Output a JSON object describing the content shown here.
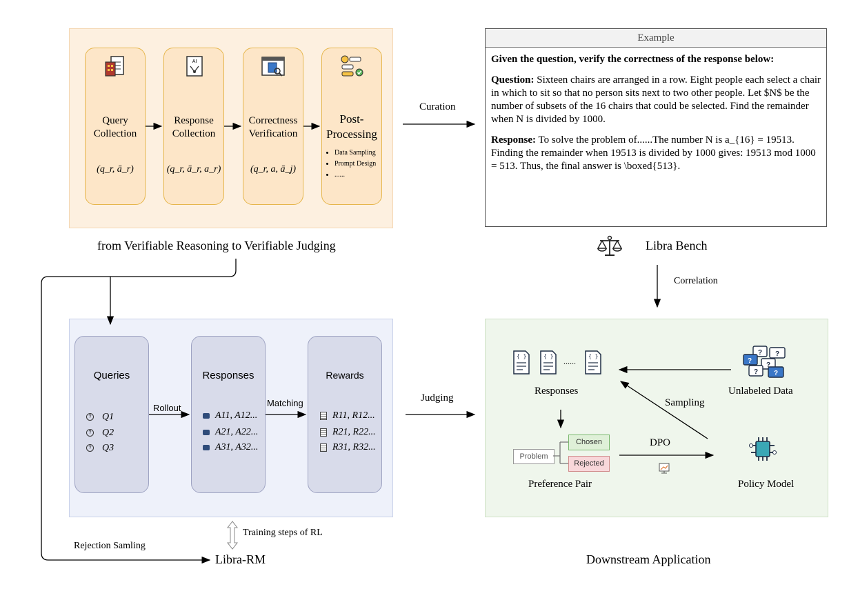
{
  "pipeline": {
    "cards": [
      {
        "title": "Query\nCollection",
        "math": "(q_r, ā_r)"
      },
      {
        "title": "Response\nCollection",
        "math": "(q_r, ā_r, a_r)"
      },
      {
        "title": "Correctness\nVerification",
        "math": "(q_r, a, ā_j)"
      },
      {
        "title": "Post-\nProcessing"
      }
    ],
    "post_bullets": [
      "Data Sampling",
      "Prompt Design",
      "......"
    ],
    "caption": "from Verifiable Reasoning to Verifiable Judging",
    "curation_label": "Curation"
  },
  "example": {
    "header": "Example",
    "instruction": "Given the question, verify the correctness of the response below:",
    "question_label": "Question:",
    "question_text": " Sixteen chairs are arranged in a row. Eight people each select a chair in which to sit so that no person sits next to two other people. Let $N$ be the number of subsets of the 16 chairs that could be selected. Find the remainder when N is divided by 1000.",
    "response_label": "Response:",
    "response_text": " To solve the problem of......The number N is a_{16} = 19513. Finding the remainder when 19513 is divided by 1000 gives: 19513 mod 1000 = 513. Thus, the final answer is \\boxed{513}."
  },
  "libra_bench": {
    "label": "Libra Bench",
    "correlation_label": "Correlation"
  },
  "rl": {
    "queries_title": "Queries",
    "queries": [
      "Q1",
      "Q2",
      "Q3"
    ],
    "responses_title": "Responses",
    "responses": [
      "A11, A12...",
      "A21, A22...",
      "A31, A32..."
    ],
    "rewards_title": "Rewards",
    "rewards": [
      "R11, R12...",
      "R21, R22...",
      "R31, R32..."
    ],
    "rollout_label": "Rollout",
    "matching_label": "Matching",
    "judging_label": "Judging",
    "training_steps_label": "Training steps of RL",
    "rejection_label": "Rejection Samling",
    "libra_rm_label": "Libra-RM"
  },
  "downstream": {
    "responses_label": "Responses",
    "dots": "......",
    "unlabeled_label": "Unlabeled Data",
    "sampling_label": "Sampling",
    "problem_label": "Problem",
    "chosen_label": "Chosen",
    "rejected_label": "Rejected",
    "preference_label": "Preference Pair",
    "dpo_label": "DPO",
    "policy_label": "Policy Model",
    "caption": "Downstream Application"
  },
  "colors": {
    "orange_panel": "#fdf0e0",
    "orange_card": "#fde6c8",
    "orange_border": "#e6b64c",
    "blue_panel": "#eef1fa",
    "blue_col": "#d8dbea",
    "green_panel": "#eff6ec",
    "chosen_fill": "#dff0d8",
    "rejected_fill": "#f8d7da"
  }
}
